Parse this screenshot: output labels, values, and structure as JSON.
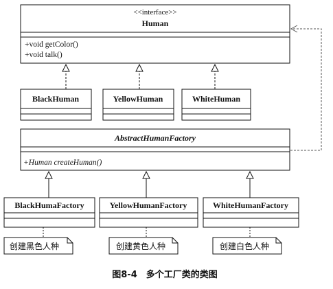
{
  "interface_class": {
    "stereotype": "<<interface>>",
    "name": "Human",
    "operations": [
      "+void getColor()",
      "+void talk()"
    ]
  },
  "human_classes": [
    "BlackHuman",
    "YellowHuman",
    "WhiteHuman"
  ],
  "abstract_factory": {
    "name": "AbstractHumanFactory",
    "operation": "+Human createHuman()"
  },
  "factory_classes": [
    "BlackHumaFactory",
    "YellowHumanFactory",
    "WhiteHumanFactory"
  ],
  "notes": [
    "创建黑色人种",
    "创建黄色人种",
    "创建白色人种"
  ],
  "caption": "图8-4　多个工厂类的类图",
  "colors": {
    "stroke": "#111111",
    "background": "#ffffff",
    "dependency_arrow": "#555555"
  }
}
